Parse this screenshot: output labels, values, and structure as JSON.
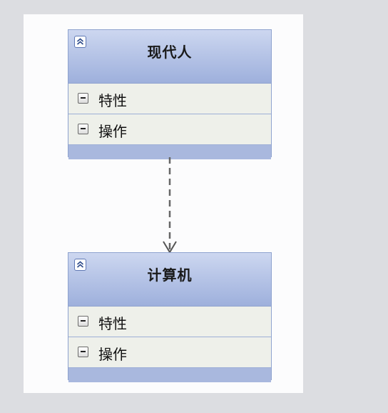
{
  "diagram": {
    "classes": [
      {
        "name": "现代人",
        "sections": [
          "特性",
          "操作"
        ],
        "collapse_icon": "chevron-double-up-icon"
      },
      {
        "name": "计算机",
        "sections": [
          "特性",
          "操作"
        ],
        "collapse_icon": "chevron-double-up-icon"
      }
    ],
    "relationship": {
      "type": "dependency",
      "from": "现代人",
      "to": "计算机",
      "style": "dashed-open-arrow"
    },
    "colors": {
      "border": "#8fa3cf",
      "header": "#b7c5e7",
      "section": "#eef0ea",
      "connector": "#666666"
    }
  }
}
